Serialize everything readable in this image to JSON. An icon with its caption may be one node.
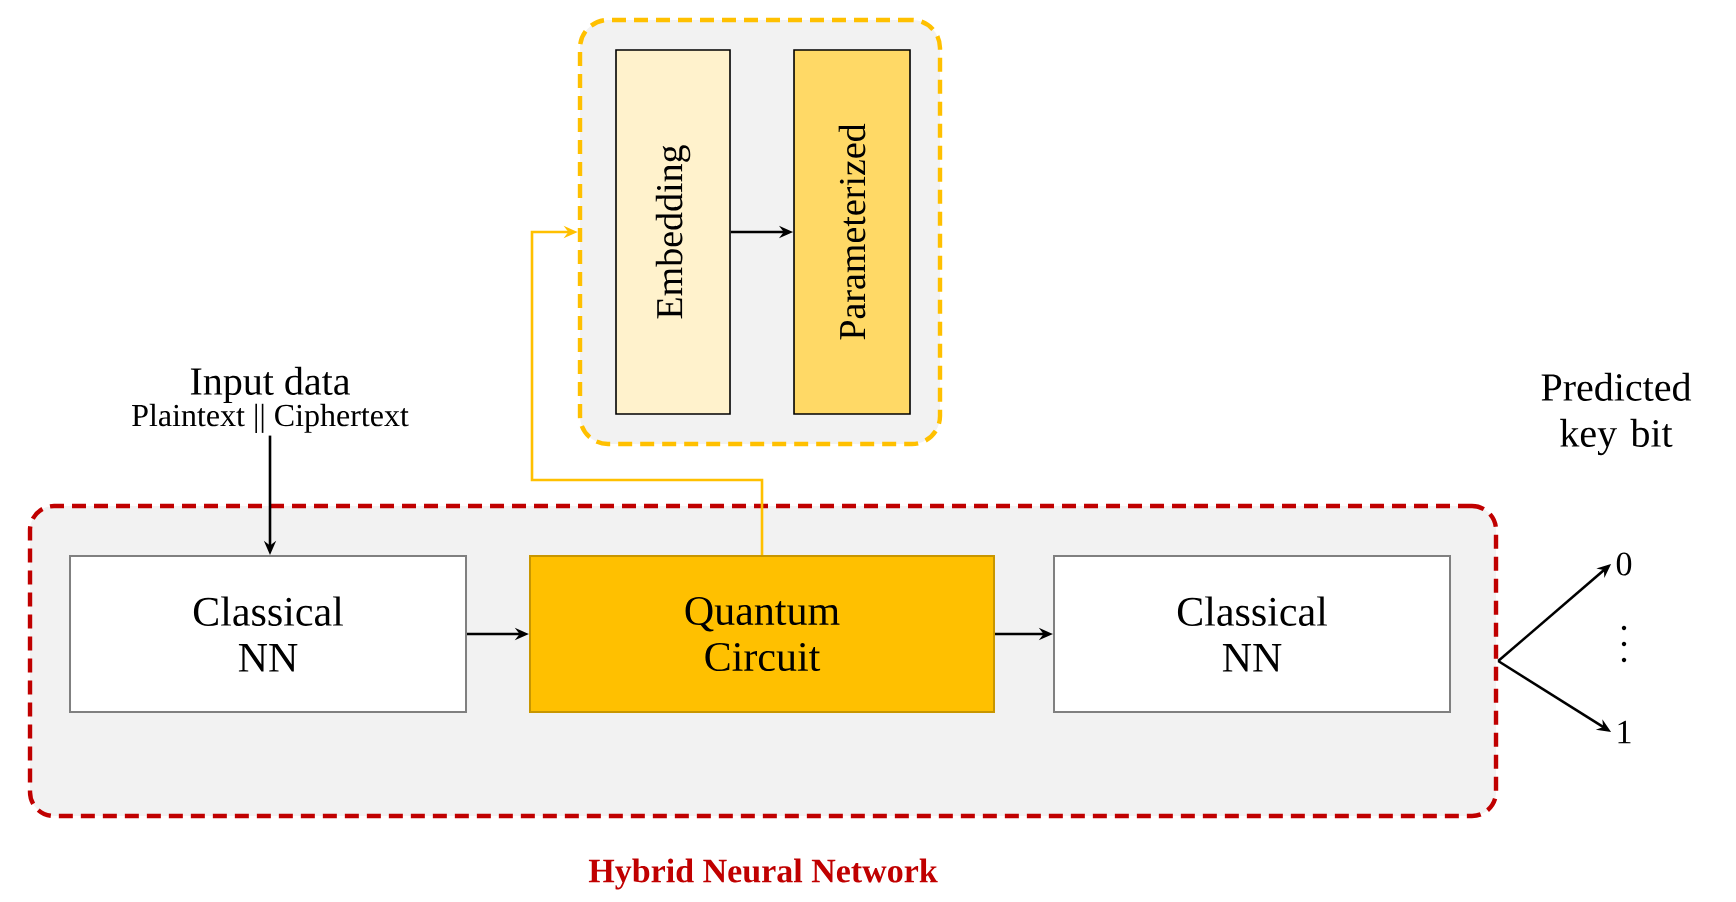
{
  "diagram": {
    "nodes": [
      {
        "text": [
          "Hybrid Neural Network"
        ]
      },
      {
        "text": [
          "Classical NN"
        ],
        "in": 0
      },
      {
        "text": [
          "Quantum Circuit"
        ],
        "in": 0
      },
      {
        "text": [
          "Classical NN"
        ],
        "in": 0
      },
      {
        "text": [],
        "shape": "box"
      },
      {
        "text": [
          "Embedding"
        ],
        "in": 4
      },
      {
        "text": [
          "Parameterized"
        ],
        "in": 4
      },
      {
        "text": [
          "Input data",
          "Plaintext || Ciphertext"
        ]
      },
      {
        "text": [
          "0"
        ]
      },
      {
        "text": [
          "1"
        ]
      }
    ],
    "edges": [
      {
        "from": 7,
        "to": 1,
        "arrow": "to"
      },
      {
        "from": 1,
        "to": 2,
        "arrow": "to"
      },
      {
        "from": 2,
        "to": 3,
        "arrow": "to"
      },
      {
        "from": 2,
        "to": 4,
        "arrow": "to",
        "color": "#ffc000"
      },
      {
        "from": 5,
        "to": 6,
        "arrow": "to"
      },
      {
        "from": 0,
        "to": 8,
        "arrow": "to"
      },
      {
        "from": 0,
        "to": 9,
        "arrow": "to"
      }
    ],
    "labels": [
      "Predicted key bit"
    ]
  }
}
